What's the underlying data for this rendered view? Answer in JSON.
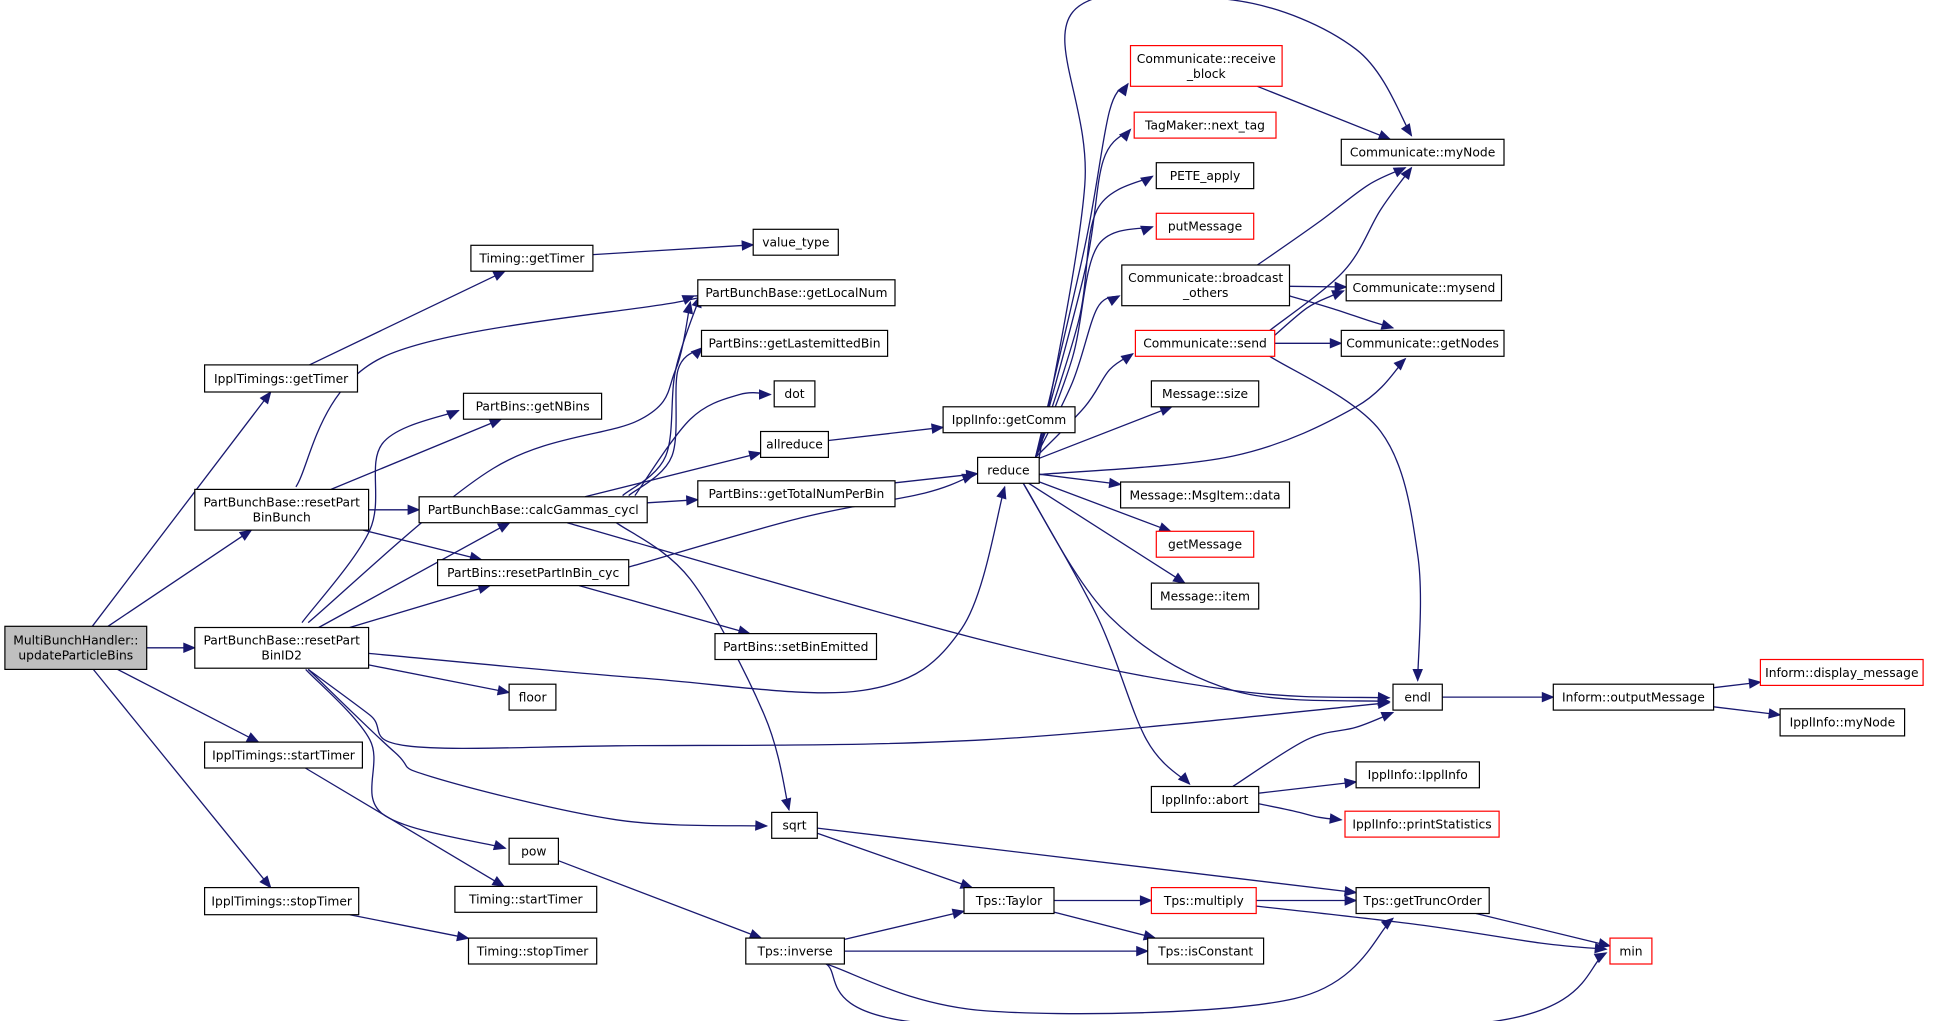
{
  "diagram": {
    "type": "call-graph",
    "nodes": [
      {
        "id": "root",
        "lines": [
          "MultiBunchHandler::",
          "updateParticleBins"
        ],
        "style": "root"
      },
      {
        "id": "ippl_getTimer",
        "lines": [
          "IpplTimings::getTimer"
        ]
      },
      {
        "id": "pbb_resetPartBinBunch",
        "lines": [
          "PartBunchBase::resetPart",
          "BinBunch"
        ]
      },
      {
        "id": "pbb_resetPartBinID2",
        "lines": [
          "PartBunchBase::resetPart",
          "BinID2"
        ]
      },
      {
        "id": "ippl_startTimer",
        "lines": [
          "IpplTimings::startTimer"
        ]
      },
      {
        "id": "ippl_stopTimer",
        "lines": [
          "IpplTimings::stopTimer"
        ]
      },
      {
        "id": "timing_getTimer",
        "lines": [
          "Timing::getTimer"
        ]
      },
      {
        "id": "value_type",
        "lines": [
          "value_type"
        ]
      },
      {
        "id": "pbb_getLocalNum",
        "lines": [
          "PartBunchBase::getLocalNum"
        ]
      },
      {
        "id": "pb_getLastemittedBin",
        "lines": [
          "PartBins::getLastemittedBin"
        ]
      },
      {
        "id": "pb_getNBins",
        "lines": [
          "PartBins::getNBins"
        ]
      },
      {
        "id": "dot",
        "lines": [
          "dot"
        ]
      },
      {
        "id": "allreduce",
        "lines": [
          "allreduce"
        ]
      },
      {
        "id": "pbb_calcGammas",
        "lines": [
          "PartBunchBase::calcGammas_cycl"
        ]
      },
      {
        "id": "pb_getTotalNumPerBin",
        "lines": [
          "PartBins::getTotalNumPerBin"
        ]
      },
      {
        "id": "pb_resetPartInBin",
        "lines": [
          "PartBins::resetPartInBin_cyc"
        ]
      },
      {
        "id": "pb_setBinEmitted",
        "lines": [
          "PartBins::setBinEmitted"
        ]
      },
      {
        "id": "floor",
        "lines": [
          "floor"
        ]
      },
      {
        "id": "pow",
        "lines": [
          "pow"
        ]
      },
      {
        "id": "sqrt",
        "lines": [
          "sqrt"
        ]
      },
      {
        "id": "timing_startTimer",
        "lines": [
          "Timing::startTimer"
        ]
      },
      {
        "id": "timing_stopTimer",
        "lines": [
          "Timing::stopTimer"
        ]
      },
      {
        "id": "tps_inverse",
        "lines": [
          "Tps::inverse"
        ]
      },
      {
        "id": "tps_taylor",
        "lines": [
          "Tps::Taylor"
        ]
      },
      {
        "id": "ipplinfo_getComm",
        "lines": [
          "IpplInfo::getComm"
        ]
      },
      {
        "id": "reduce",
        "lines": [
          "reduce"
        ]
      },
      {
        "id": "comm_receive_block",
        "lines": [
          "Communicate::receive",
          "_block"
        ],
        "style": "red"
      },
      {
        "id": "tagmaker_next_tag",
        "lines": [
          "TagMaker::next_tag"
        ],
        "style": "red"
      },
      {
        "id": "pete_apply",
        "lines": [
          "PETE_apply"
        ]
      },
      {
        "id": "putMessage",
        "lines": [
          "putMessage"
        ],
        "style": "red"
      },
      {
        "id": "comm_broadcast_others",
        "lines": [
          "Communicate::broadcast",
          "_others"
        ]
      },
      {
        "id": "comm_send",
        "lines": [
          "Communicate::send"
        ],
        "style": "red"
      },
      {
        "id": "message_size",
        "lines": [
          "Message::size"
        ]
      },
      {
        "id": "msgitem_data",
        "lines": [
          "Message::MsgItem::data"
        ]
      },
      {
        "id": "getMessage",
        "lines": [
          "getMessage"
        ],
        "style": "red"
      },
      {
        "id": "message_item",
        "lines": [
          "Message::item"
        ]
      },
      {
        "id": "ipplinfo_abort",
        "lines": [
          "IpplInfo::abort"
        ]
      },
      {
        "id": "tps_multiply",
        "lines": [
          "Tps::multiply"
        ],
        "style": "red"
      },
      {
        "id": "tps_isConstant",
        "lines": [
          "Tps::isConstant"
        ]
      },
      {
        "id": "comm_myNode",
        "lines": [
          "Communicate::myNode"
        ]
      },
      {
        "id": "comm_mysend",
        "lines": [
          "Communicate::mysend"
        ]
      },
      {
        "id": "comm_getNodes",
        "lines": [
          "Communicate::getNodes"
        ]
      },
      {
        "id": "endl",
        "lines": [
          "endl"
        ]
      },
      {
        "id": "ipplinfo_ipplinfo",
        "lines": [
          "IpplInfo::IpplInfo"
        ]
      },
      {
        "id": "ipplinfo_printStatistics",
        "lines": [
          "IpplInfo::printStatistics"
        ],
        "style": "red"
      },
      {
        "id": "tps_getTruncOrder",
        "lines": [
          "Tps::getTruncOrder"
        ]
      },
      {
        "id": "min",
        "lines": [
          "min"
        ],
        "style": "red"
      },
      {
        "id": "inform_outputMessage",
        "lines": [
          "Inform::outputMessage"
        ]
      },
      {
        "id": "inform_display_message",
        "lines": [
          "Inform::display_message"
        ],
        "style": "red"
      },
      {
        "id": "ipplinfo_myNode",
        "lines": [
          "IpplInfo::myNode"
        ]
      }
    ],
    "edges": [
      [
        "root",
        "ippl_getTimer"
      ],
      [
        "root",
        "pbb_resetPartBinBunch"
      ],
      [
        "root",
        "pbb_resetPartBinID2"
      ],
      [
        "root",
        "ippl_startTimer"
      ],
      [
        "root",
        "ippl_stopTimer"
      ],
      [
        "ippl_getTimer",
        "timing_getTimer"
      ],
      [
        "timing_getTimer",
        "value_type"
      ],
      [
        "pbb_resetPartBinBunch",
        "pbb_getLocalNum"
      ],
      [
        "pbb_resetPartBinBunch",
        "pb_getNBins"
      ],
      [
        "pbb_resetPartBinBunch",
        "pbb_calcGammas"
      ],
      [
        "pbb_resetPartBinBunch",
        "pb_resetPartInBin"
      ],
      [
        "pbb_resetPartBinID2",
        "pb_getNBins"
      ],
      [
        "pbb_resetPartBinID2",
        "pbb_getLocalNum"
      ],
      [
        "pbb_resetPartBinID2",
        "pbb_calcGammas"
      ],
      [
        "pbb_resetPartBinID2",
        "pb_resetPartInBin"
      ],
      [
        "pbb_resetPartBinID2",
        "reduce"
      ],
      [
        "pbb_resetPartBinID2",
        "floor"
      ],
      [
        "pbb_resetPartBinID2",
        "endl"
      ],
      [
        "pbb_resetPartBinID2",
        "sqrt"
      ],
      [
        "pbb_resetPartBinID2",
        "pow"
      ],
      [
        "ippl_startTimer",
        "timing_startTimer"
      ],
      [
        "ippl_stopTimer",
        "timing_stopTimer"
      ],
      [
        "pbb_calcGammas",
        "pbb_getLocalNum"
      ],
      [
        "pbb_calcGammas",
        "pb_getLastemittedBin"
      ],
      [
        "pbb_calcGammas",
        "dot"
      ],
      [
        "pbb_calcGammas",
        "allreduce"
      ],
      [
        "pbb_calcGammas",
        "pb_getTotalNumPerBin"
      ],
      [
        "pbb_calcGammas",
        "endl"
      ],
      [
        "pbb_calcGammas",
        "sqrt"
      ],
      [
        "allreduce",
        "ipplinfo_getComm"
      ],
      [
        "pb_getTotalNumPerBin",
        "reduce"
      ],
      [
        "pb_resetPartInBin",
        "reduce"
      ],
      [
        "pb_resetPartInBin",
        "pb_setBinEmitted"
      ],
      [
        "pow",
        "tps_inverse"
      ],
      [
        "sqrt",
        "tps_taylor"
      ],
      [
        "sqrt",
        "tps_getTruncOrder"
      ],
      [
        "tps_inverse",
        "tps_taylor"
      ],
      [
        "tps_inverse",
        "tps_isConstant"
      ],
      [
        "tps_inverse",
        "tps_getTruncOrder"
      ],
      [
        "tps_inverse",
        "min"
      ],
      [
        "tps_taylor",
        "tps_multiply"
      ],
      [
        "tps_taylor",
        "tps_isConstant"
      ],
      [
        "tps_multiply",
        "tps_getTruncOrder"
      ],
      [
        "tps_multiply",
        "min"
      ],
      [
        "tps_getTruncOrder",
        "min"
      ],
      [
        "reduce",
        "comm_receive_block"
      ],
      [
        "reduce",
        "tagmaker_next_tag"
      ],
      [
        "reduce",
        "pete_apply"
      ],
      [
        "reduce",
        "putMessage"
      ],
      [
        "reduce",
        "comm_broadcast_others"
      ],
      [
        "reduce",
        "comm_send"
      ],
      [
        "reduce",
        "message_size"
      ],
      [
        "reduce",
        "msgitem_data"
      ],
      [
        "reduce",
        "getMessage"
      ],
      [
        "reduce",
        "message_item"
      ],
      [
        "reduce",
        "ipplinfo_abort"
      ],
      [
        "reduce",
        "endl"
      ],
      [
        "reduce",
        "comm_getNodes"
      ],
      [
        "reduce",
        "comm_myNode"
      ],
      [
        "comm_receive_block",
        "comm_myNode"
      ],
      [
        "comm_broadcast_others",
        "comm_myNode"
      ],
      [
        "comm_broadcast_others",
        "comm_mysend"
      ],
      [
        "comm_broadcast_others",
        "comm_getNodes"
      ],
      [
        "comm_send",
        "comm_myNode"
      ],
      [
        "comm_send",
        "comm_mysend"
      ],
      [
        "comm_send",
        "comm_getNodes"
      ],
      [
        "comm_send",
        "endl"
      ],
      [
        "ipplinfo_abort",
        "endl"
      ],
      [
        "ipplinfo_abort",
        "ipplinfo_ipplinfo"
      ],
      [
        "ipplinfo_abort",
        "ipplinfo_printStatistics"
      ],
      [
        "endl",
        "inform_outputMessage"
      ],
      [
        "inform_outputMessage",
        "inform_display_message"
      ],
      [
        "inform_outputMessage",
        "ipplinfo_myNode"
      ]
    ]
  }
}
